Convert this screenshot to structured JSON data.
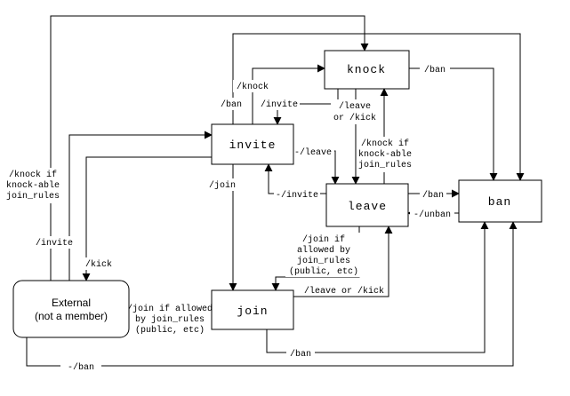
{
  "diagram": {
    "title": "room membership state transition diagram",
    "colors": {
      "line": "#000000",
      "box_fill": "#ffffff",
      "box_border": "#000000",
      "text": "#000000",
      "background": "#ffffff"
    },
    "nodes": {
      "knock": {
        "label": "knock"
      },
      "invite": {
        "label": "invite"
      },
      "leave": {
        "label": "leave"
      },
      "ban": {
        "label": "ban"
      },
      "join": {
        "label": "join"
      },
      "external": {
        "label_line1": "External",
        "label_line2": "(not a member)"
      }
    },
    "edges": {
      "external_to_knock": {
        "label_lines": [
          "/knock if",
          "knock-able",
          "join_rules"
        ]
      },
      "external_to_invite": {
        "label": "/invite"
      },
      "invite_to_external": {
        "label": "/kick"
      },
      "external_to_join": {
        "label_lines": [
          "/join if allowed",
          "by join_rules",
          "(public, etc)"
        ]
      },
      "external_to_ban": {
        "label": "-/ban"
      },
      "invite_to_knock": {
        "label": "/knock"
      },
      "knock_to_invite": {
        "label": "/invite"
      },
      "invite_to_ban": {
        "label": "/ban"
      },
      "knock_to_ban": {
        "label": "/ban"
      },
      "knock_to_leave": {
        "label_lines": [
          "/leave",
          "or /kick"
        ]
      },
      "leave_to_knock": {
        "label_lines": [
          "/knock if",
          "knock-able",
          "join_rules"
        ]
      },
      "invite_to_leave": {
        "label": "-/leave"
      },
      "leave_to_invite": {
        "label": "-/invite"
      },
      "leave_to_ban": {
        "label": "/ban"
      },
      "ban_to_leave": {
        "label": "-/unban"
      },
      "invite_to_join": {
        "label": "/join"
      },
      "leave_to_join": {
        "label_lines": [
          "/join if",
          "allowed by",
          "join_rules",
          "(public, etc)"
        ]
      },
      "join_to_leave": {
        "label": "/leave or /kick"
      },
      "join_to_ban": {
        "label": "/ban"
      }
    }
  }
}
